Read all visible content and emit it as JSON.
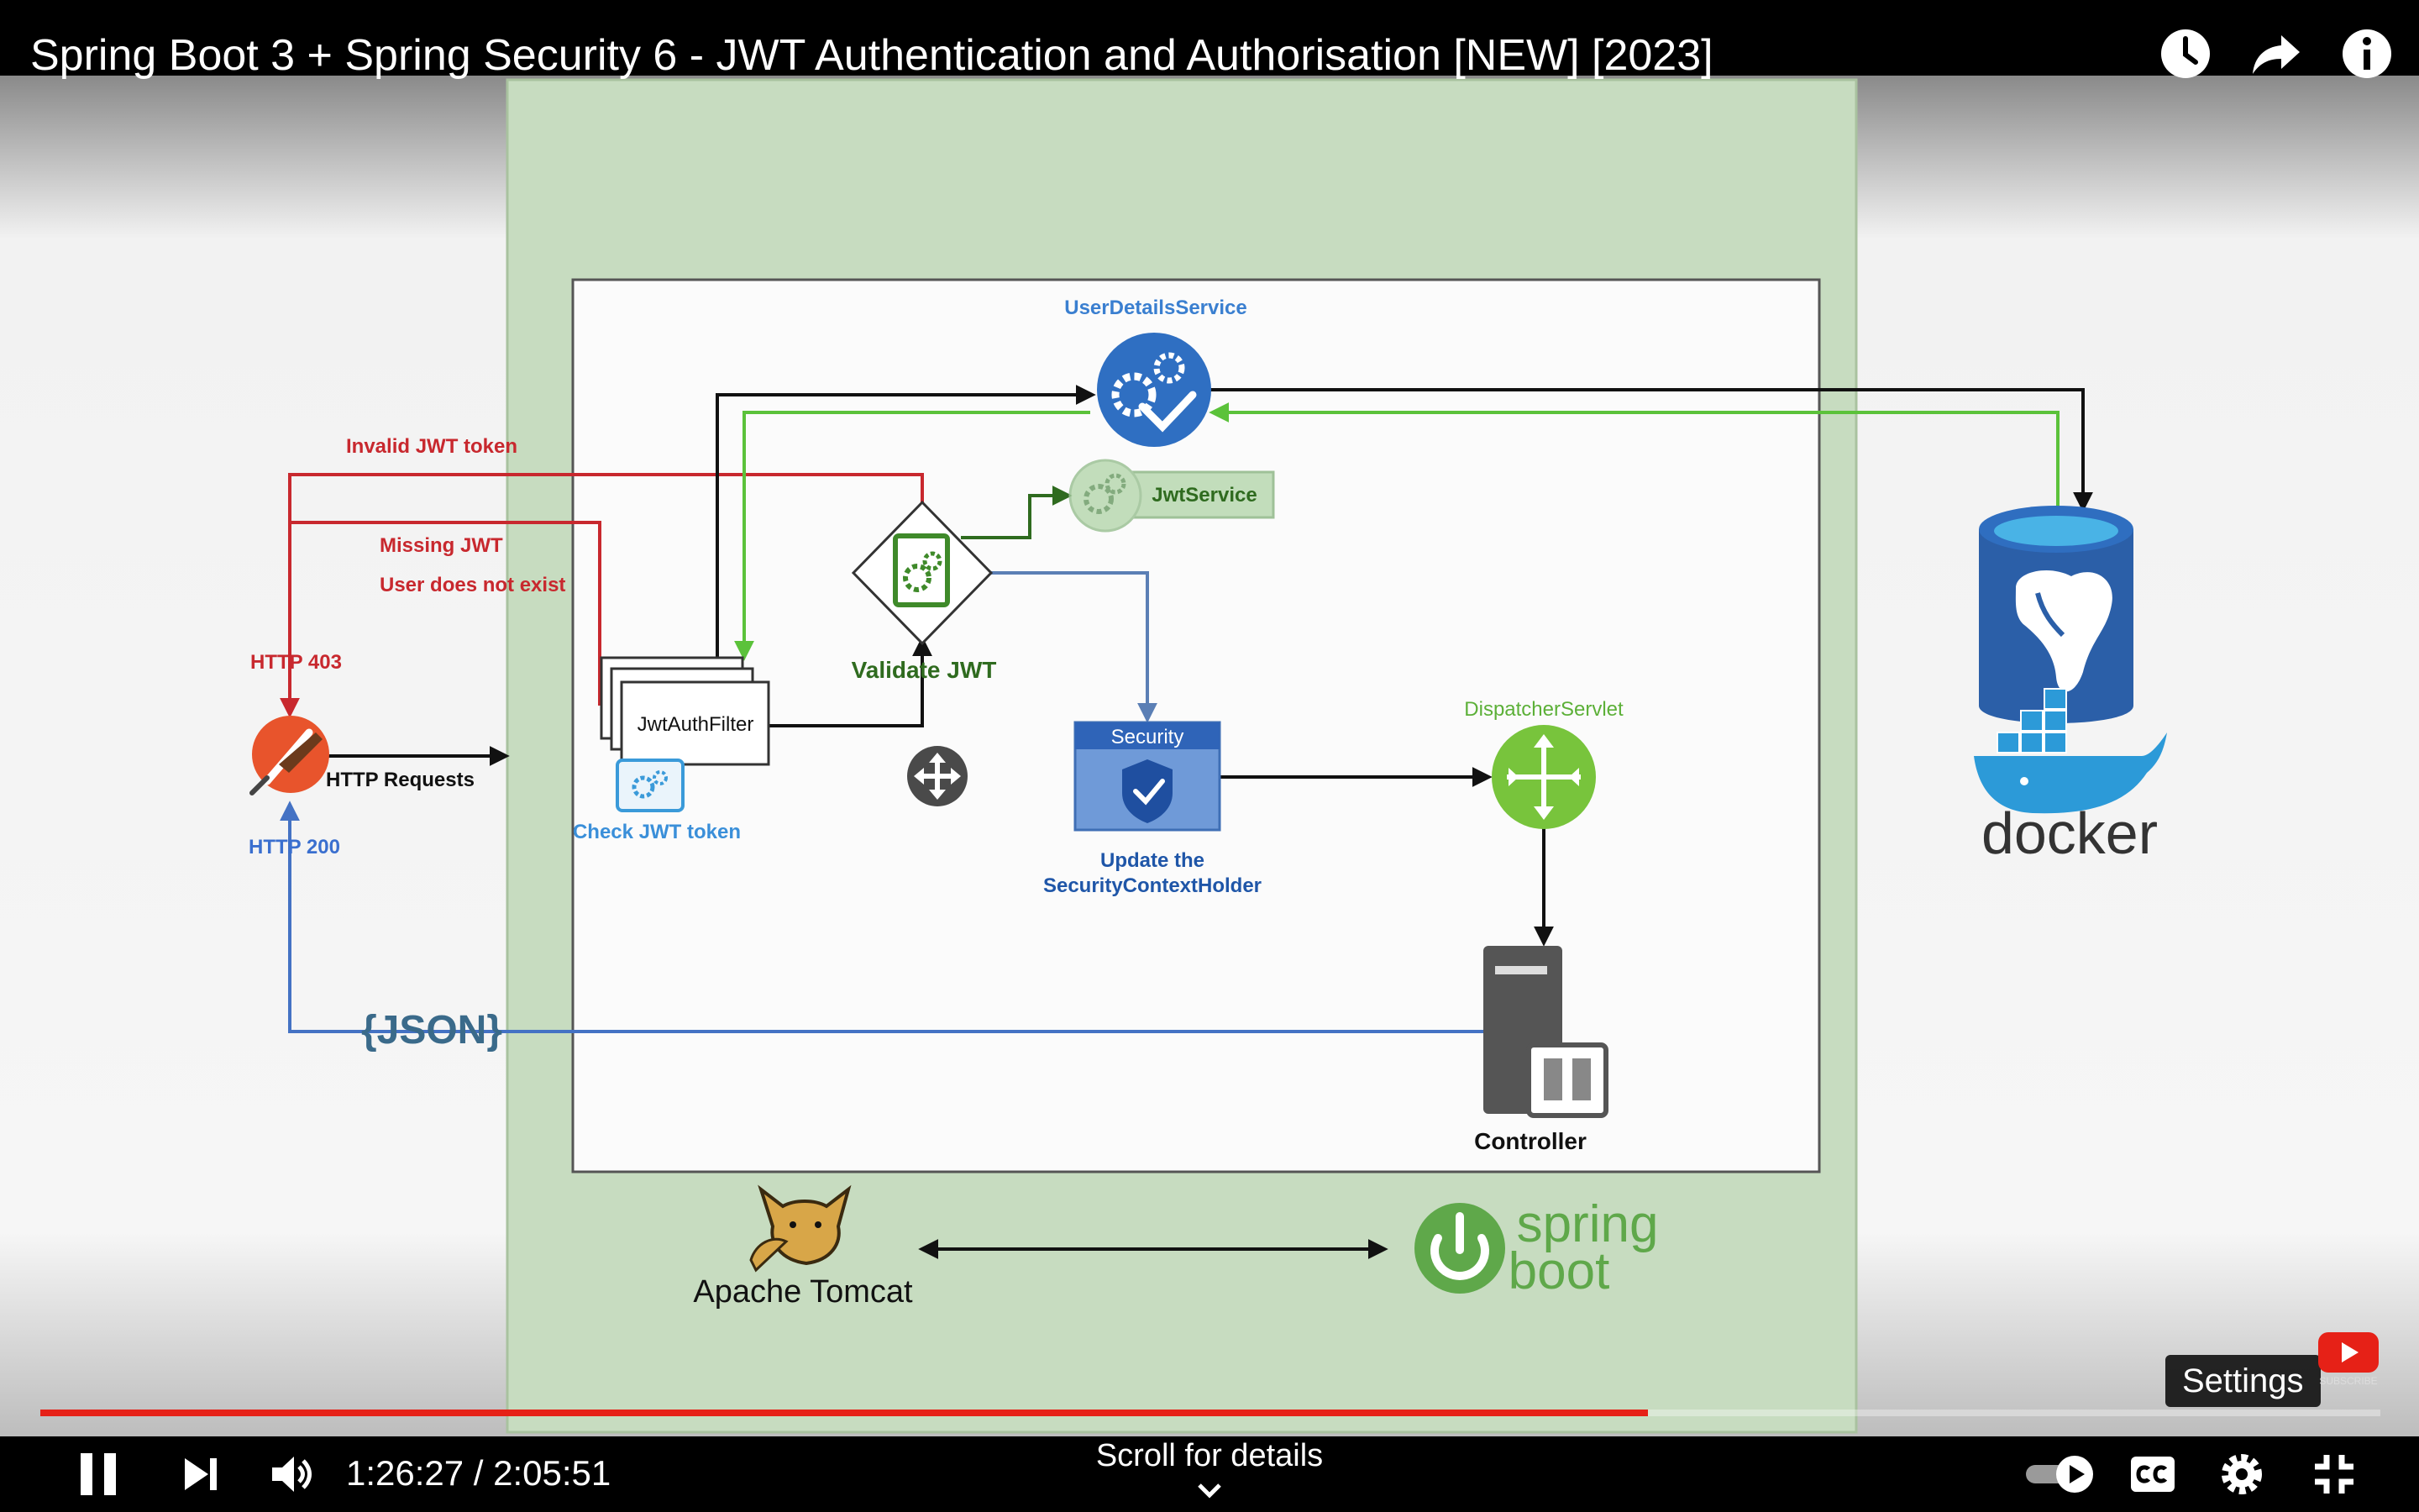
{
  "video": {
    "title": "Spring Boot 3 + Spring Security 6 - JWT Authentication and Authorisation [NEW] [2023]"
  },
  "top_icons": [
    "clock-icon",
    "share-icon",
    "info-icon"
  ],
  "diagram": {
    "user_details_service": "UserDetailsService",
    "jwt_service": "JwtService",
    "validate_jwt": "Validate JWT",
    "jwt_auth_filter": "JwtAuthFilter",
    "check_jwt_token": "Check JWT token",
    "invalid_jwt_token": "Invalid JWT token",
    "missing_jwt": "Missing JWT",
    "user_not_exist": "User does not exist",
    "http_403": "HTTP 403",
    "http_requests": "HTTP Requests",
    "http_200": "HTTP 200",
    "json": "{JSON}",
    "security_badge": "Security",
    "update_holder_line1": "Update the",
    "update_holder_line2": "SecurityContextHolder",
    "dispatcher_servlet": "DispatcherServlet",
    "controller": "Controller",
    "docker": "docker",
    "apache_tomcat": "Apache Tomcat",
    "spring": "spring",
    "boot": "boot"
  },
  "player": {
    "time": "1:26:27 / 2:05:51",
    "progress_fraction": 0.687,
    "scroll_hint": "Scroll for details",
    "settings_tooltip": "Settings",
    "subscribe_watermark": "SUBSCRIBE"
  },
  "colors": {
    "progress": "#e62117",
    "red_path": "#c8282e",
    "green_path": "#5bc23a",
    "blue_path": "#4472c4",
    "panel_green": "#c7dcc0"
  }
}
